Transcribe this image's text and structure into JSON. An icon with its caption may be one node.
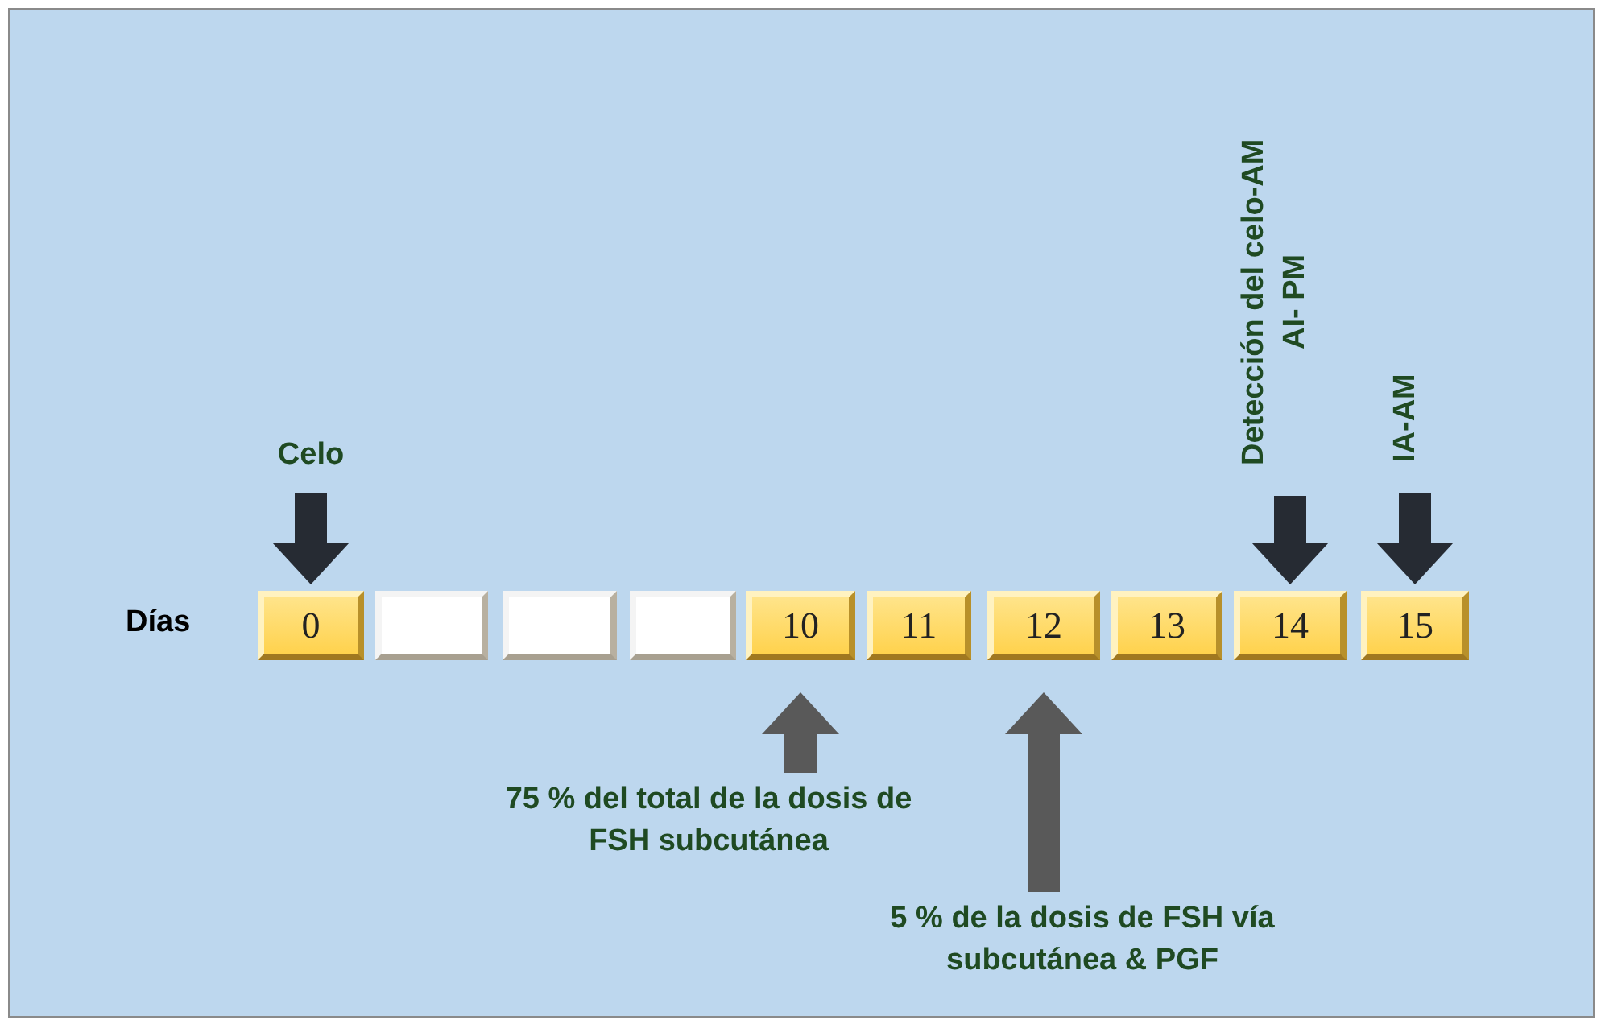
{
  "diagram": {
    "nodes": [
      {
        "text": [
          "0"
        ]
      },
      {
        "text": [],
        "shape": "box"
      },
      {
        "text": [],
        "shape": "box"
      },
      {
        "text": [],
        "shape": "box"
      },
      {
        "text": [
          "10"
        ]
      },
      {
        "text": [
          "11"
        ]
      },
      {
        "text": [
          "12"
        ]
      },
      {
        "text": [
          "13"
        ]
      },
      {
        "text": [
          "14"
        ]
      },
      {
        "text": [
          "15"
        ]
      },
      {
        "text": [
          "Celo"
        ]
      },
      {
        "text": [
          "Detección del celo-AM AI- PM"
        ]
      },
      {
        "text": [
          "IA-AM"
        ]
      },
      {
        "text": [
          "75 % del total de la dosis de FSH subcutánea"
        ]
      },
      {
        "text": [
          "5 % de la dosis de FSH vía subcutánea & PGF"
        ]
      }
    ],
    "edges": [
      {
        "from": 10,
        "to": 0,
        "arrow": "to"
      },
      {
        "from": 11,
        "to": 8,
        "arrow": "to"
      },
      {
        "from": 12,
        "to": 9,
        "arrow": "to"
      },
      {
        "from": 13,
        "to": 4,
        "arrow": "to",
        "color": "#595959"
      },
      {
        "from": 14,
        "to": 6,
        "arrow": "to",
        "color": "#595959"
      }
    ],
    "labels": [
      "Días"
    ]
  }
}
